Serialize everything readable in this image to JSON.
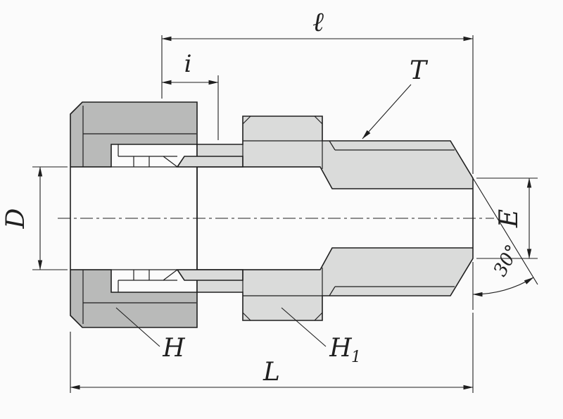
{
  "drawing": {
    "kind": "technical cross-section drawing",
    "subject": "Compression tube fitting male connector: left compression nut with internal ferrules, hex body, tapered male pipe thread with 30 degree end chamfer",
    "colors": {
      "line": "#1f1f1f",
      "nut_fill": "#b9bab9",
      "body_fill": "#dadbda",
      "background": "#fbfbfb"
    },
    "labels": {
      "overall_length": "L",
      "shoulder_length": "ℓ",
      "insertion_depth": "i",
      "thread": "T",
      "tube_bore_dia": "D",
      "end_dia": "E",
      "chamfer_angle": "30°",
      "nut_hex": "H",
      "body_hex_base": "H",
      "body_hex_sub": "1"
    }
  }
}
